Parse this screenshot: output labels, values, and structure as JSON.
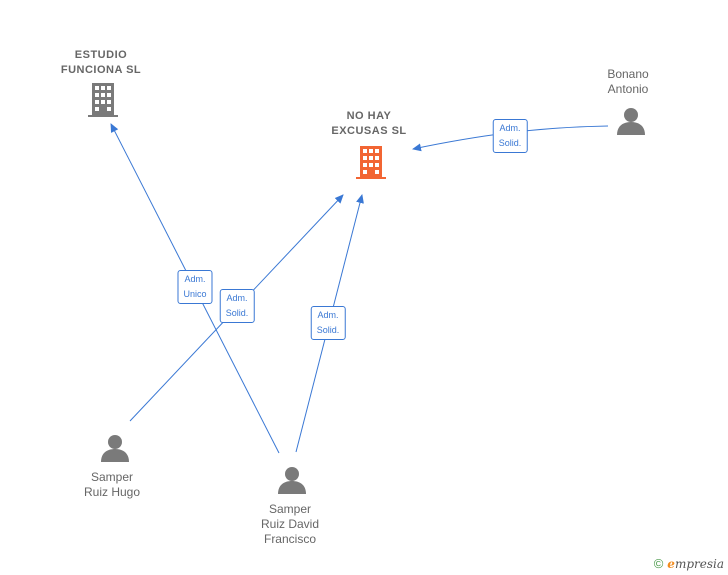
{
  "nodes": {
    "estudio_funciona": {
      "line1": "ESTUDIO",
      "line2": "FUNCIONA  SL"
    },
    "no_hay_excusas": {
      "line1": "NO HAY",
      "line2": "EXCUSAS  SL"
    },
    "bonano_antonio": {
      "line1": "Bonano",
      "line2": "Antonio"
    },
    "samper_hugo": {
      "line1": "Samper",
      "line2": "Ruiz Hugo"
    },
    "samper_david": {
      "line1": "Samper",
      "line2": "Ruiz David",
      "line3": "Francisco"
    }
  },
  "edges": {
    "bonano_to_nohay": {
      "line1": "Adm.",
      "line2": "Solid."
    },
    "samper_david_to_estudio": {
      "line1": "Adm.",
      "line2": "Unico"
    },
    "samper_hugo_to_nohay": {
      "line1": "Adm.",
      "line2": "Solid."
    },
    "samper_david_to_nohay": {
      "line1": "Adm.",
      "line2": "Solid."
    }
  },
  "colors": {
    "edge": "#3a78d4",
    "company_icon": "#7a7a7a",
    "focus_company_icon": "#f26533",
    "person_icon": "#7a7a7a"
  },
  "footer": {
    "copyright_symbol": "©",
    "brand_first": "e",
    "brand_rest": "mpresia"
  }
}
